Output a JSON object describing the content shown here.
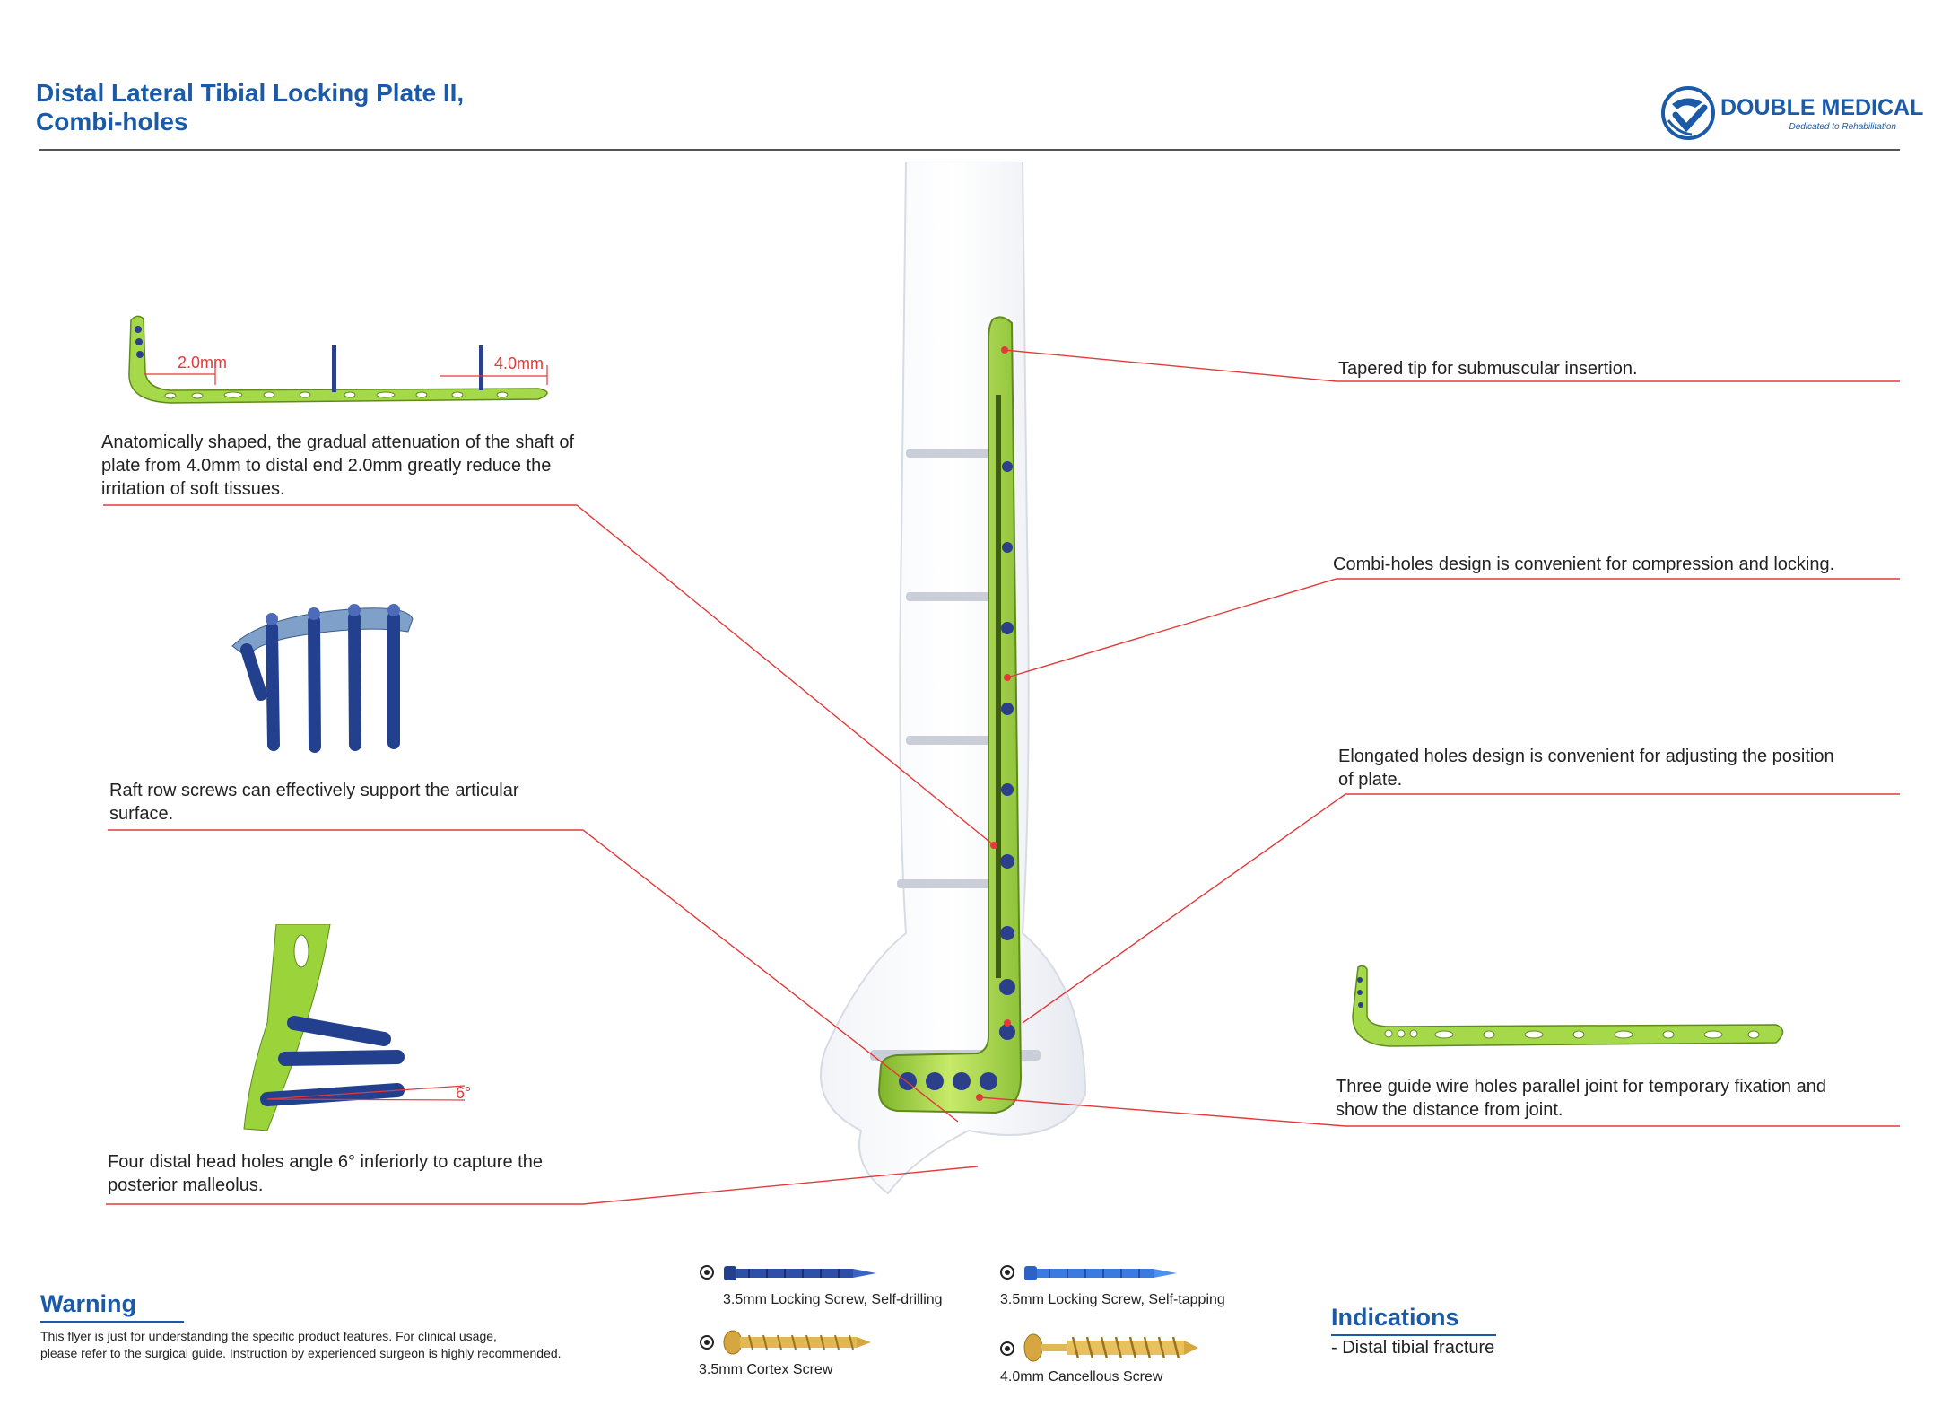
{
  "header": {
    "title_line1": "Distal Lateral Tibial Locking Plate II,",
    "title_line2": "Combi-holes",
    "brand_name": "DOUBLE MEDICAL",
    "brand_tagline": "Dedicated to Rehabilitation"
  },
  "colors": {
    "brand_blue": "#1a5aa6",
    "callout_red": "#e23a3a",
    "plate_green": "#9bd43a",
    "screw_blue": "#23408f",
    "screw_gold": "#d6a640"
  },
  "features": {
    "shaft_note": "Anatomically shaped, the gradual attenuation of the shaft of plate from 4.0mm to distal end 2.0mm greatly reduce the irritation of soft tissues.",
    "raft_note": "Raft row screws can effectively support the articular surface.",
    "head_note": "Four distal head holes angle 6° inferiorly to capture the posterior malleolus.",
    "tip_note": "Tapered tip for submuscular insertion.",
    "combi_note": "Combi-holes design is convenient for compression and locking.",
    "elongated_note": "Elongated holes design is convenient for adjusting the position of plate.",
    "guide_note": "Three guide wire holes parallel joint for temporary fixation and show the distance from joint."
  },
  "dimensions": {
    "thin_end": "2.0mm",
    "thick_end": "4.0mm",
    "angle": "6°"
  },
  "warning": {
    "heading": "Warning",
    "line1": "This flyer is just for understanding the specific product features. For clinical usage,",
    "line2": "please refer to the surgical guide. Instruction by experienced surgeon is highly recommended."
  },
  "screws": [
    {
      "label": "3.5mm Locking Screw, Self-drilling",
      "icon": "locking-screw-self-drilling-icon"
    },
    {
      "label": "3.5mm Locking Screw, Self-tapping",
      "icon": "locking-screw-self-tapping-icon"
    },
    {
      "label": "3.5mm Cortex Screw",
      "icon": "cortex-screw-icon"
    },
    {
      "label": "4.0mm Cancellous Screw",
      "icon": "cancellous-screw-icon"
    }
  ],
  "indications": {
    "heading": "Indications",
    "item": "- Distal tibial fracture"
  }
}
